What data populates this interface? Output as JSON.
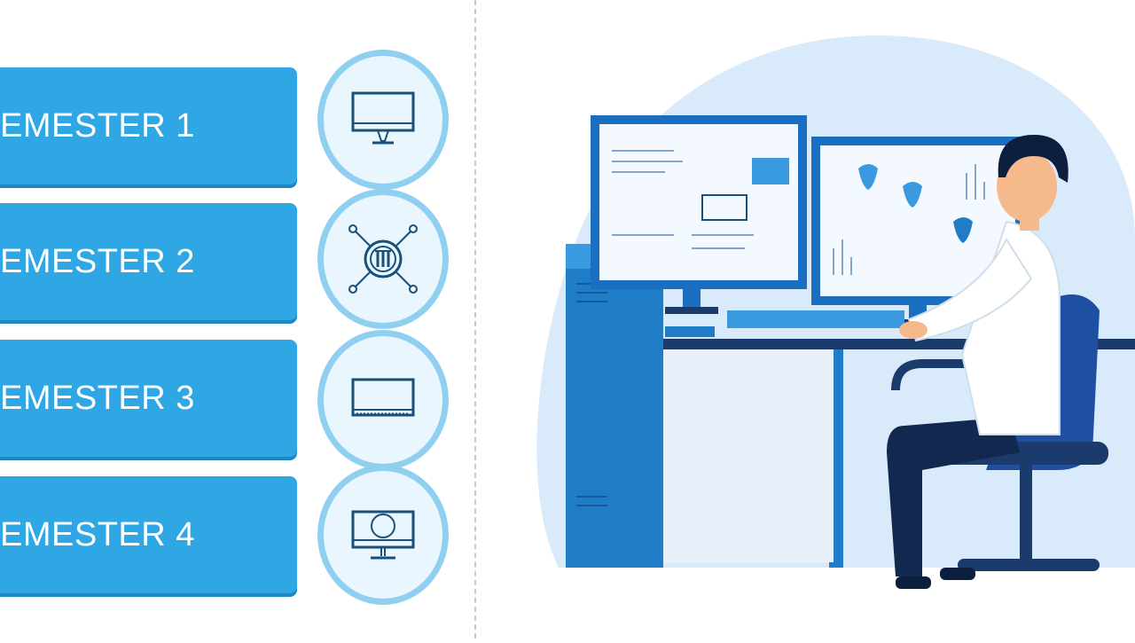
{
  "semesters": [
    {
      "label": "EMESTER 1",
      "icon": "monitor-icon"
    },
    {
      "label": "EMESTER 2",
      "icon": "network-hub-icon"
    },
    {
      "label": "EMESTER 3",
      "icon": "screen-icon"
    },
    {
      "label": "EMESTER 4",
      "icon": "monitor-user-icon"
    }
  ],
  "colors": {
    "bar": "#2fa7e4",
    "ring": "#8fd0f1",
    "icon_stroke": "#1a4f7a",
    "illustration_blue": "#1f7cc7",
    "illustration_light": "#d9ebfa"
  },
  "illustration": {
    "subject": "person-at-dual-monitor-workstation"
  }
}
